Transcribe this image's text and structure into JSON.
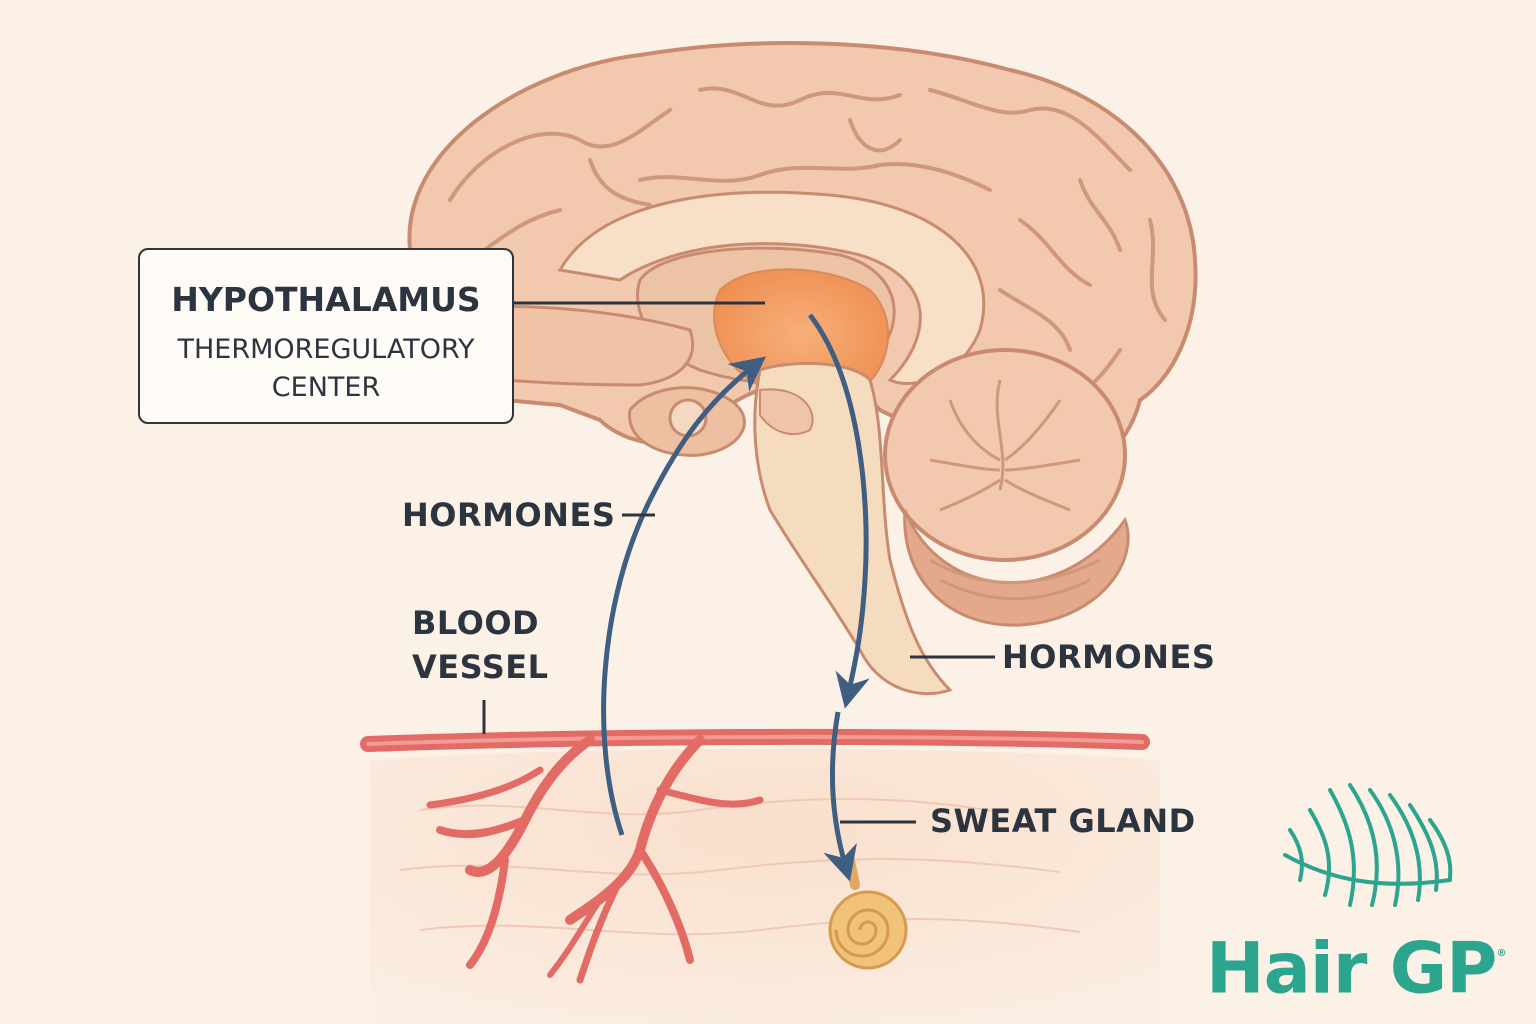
{
  "labels": {
    "hypothalamus_title": "HYPOTHALAMUS",
    "hypothalamus_sub1": "THERMOREGULATORY",
    "hypothalamus_sub2": "CENTER",
    "hormones_left": "HORMONES",
    "hormones_right": "HORMONES",
    "blood_vessel_1": "BLOOD",
    "blood_vessel_2": "VESSEL",
    "sweat_gland": "SWEAT GLAND"
  },
  "brand": {
    "name": "Hair GP",
    "mark": "®"
  },
  "colors": {
    "background": "#fbf1e6",
    "brain": "#f2c9ae",
    "brain_outline": "#c98b6f",
    "hypothalamus": "#f4a062",
    "arrow": "#3f5f82",
    "vessel": "#e36b66",
    "gland": "#f0c27a",
    "brand": "#2ba58e",
    "text": "#2c3440"
  },
  "icons": {
    "logo": "wave-stripes-logo-icon"
  }
}
